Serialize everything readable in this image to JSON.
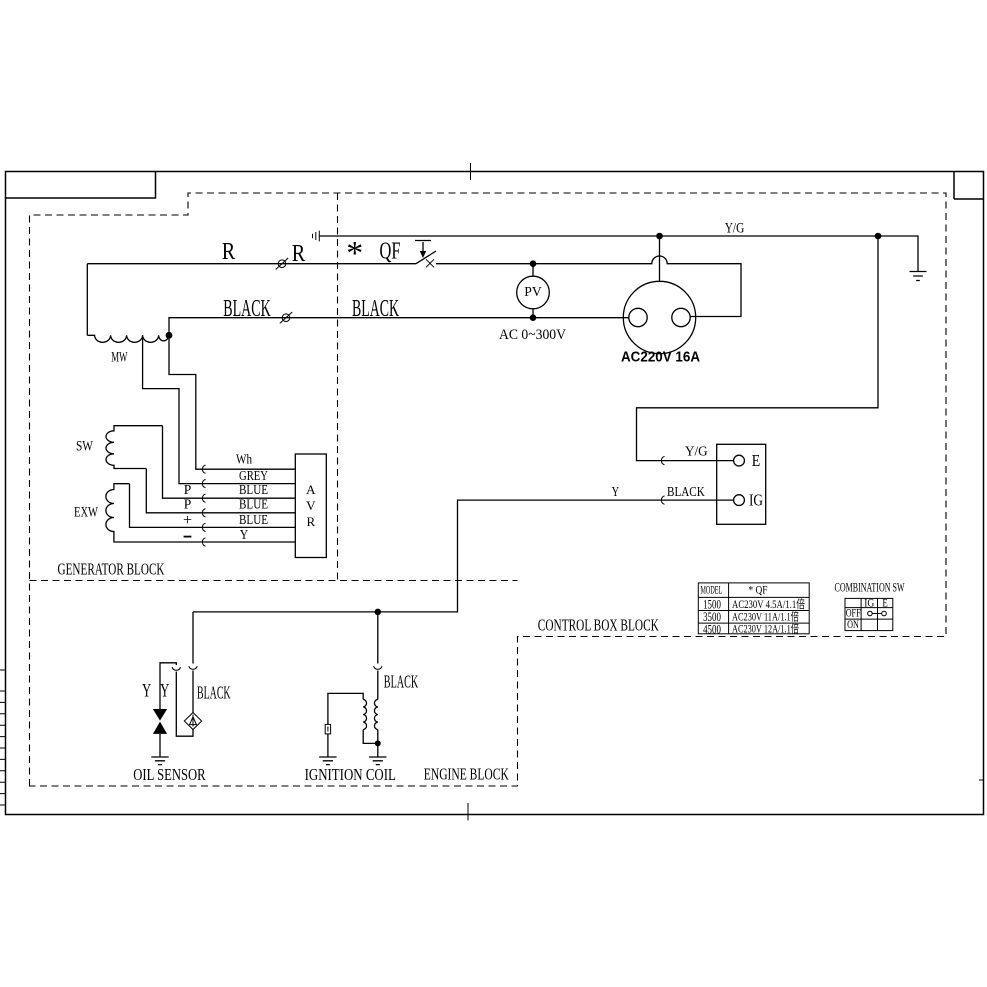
{
  "diagram": {
    "type": "generator-wiring-schematic",
    "blocks": {
      "generator": "GENERATOR BLOCK",
      "control": "CONTROL BOX BLOCK",
      "engine": "ENGINE BLOCK"
    },
    "wires": {
      "r_label_1": "R",
      "r_label_2": "R",
      "qf_star": "*",
      "qf": "QF",
      "black_label_1": "BLACK",
      "black_label_2": "BLACK",
      "yg_main": "Y/G",
      "yg_to_e": "Y/G",
      "y_to_ig": "Y",
      "black_to_ig": "BLACK",
      "y_oil_1": "Y",
      "y_oil_2": "Y",
      "black_oil": "BLACK",
      "black_ignition": "BLACK"
    },
    "components": {
      "mw_coil": "MW",
      "sw_coil": "SW",
      "exw_coil": "EXW",
      "avr_letters": [
        "A",
        "V",
        "R"
      ],
      "voltmeter": "PV",
      "voltmeter_range": "AC 0~300V",
      "socket": "AC220V 16A",
      "terminal_e": "E",
      "terminal_ig": "IG",
      "oil_sensor": "OIL SENSOR",
      "ignition_coil": "IGNITION COIL"
    },
    "avr_inputs": {
      "wire_1": "Wh",
      "wire_2": "GREY",
      "wire_3": "BLUE",
      "wire_4": "BLUE",
      "wire_5": "BLUE",
      "wire_6": "Y",
      "pin_3": "P",
      "pin_4": "P",
      "pin_5": "+",
      "pin_6": "-"
    },
    "model_table": {
      "headers": [
        "MODEL",
        "*  QF"
      ],
      "rows": [
        [
          "1500",
          "AC230V 4.5A/1.1倍"
        ],
        [
          "3500",
          "AC230V 11A/1.1倍"
        ],
        [
          "4500",
          "AC230V 12A/1.1倍"
        ]
      ]
    },
    "combination_table": {
      "title": "COMBINATION SW",
      "col_headers": [
        "IG",
        "E"
      ],
      "row_headers": [
        "OFF",
        "ON"
      ]
    }
  }
}
